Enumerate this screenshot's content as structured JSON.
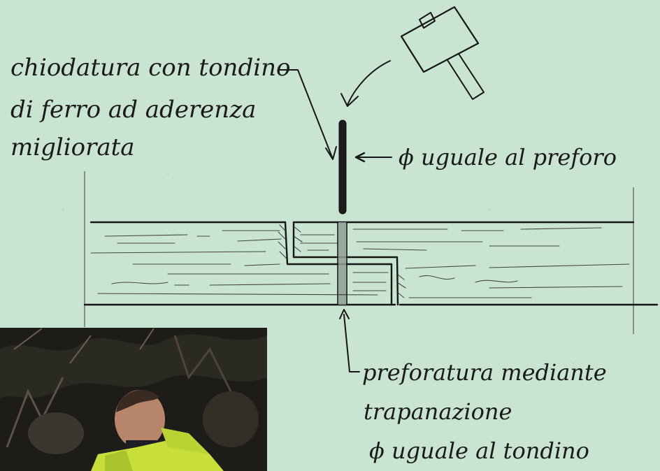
{
  "labels": {
    "nail_line1": "chiodatura con tondino",
    "nail_line2": "di ferro ad aderenza",
    "nail_line3": "migliorata",
    "rod_diameter": "ϕ uguale al preforo",
    "predrill_line1": "preforatura mediante",
    "predrill_line2": "trapanazione",
    "predrill_line3": "ϕ uguale al tondino"
  },
  "colors": {
    "background": "#c9e5d2",
    "ink": "#151515",
    "drill_hole": "#8f9e94",
    "photo_vest": "#c8df3a"
  },
  "icons": {
    "hammer": "hammer-icon",
    "photo": "worker-photo"
  }
}
